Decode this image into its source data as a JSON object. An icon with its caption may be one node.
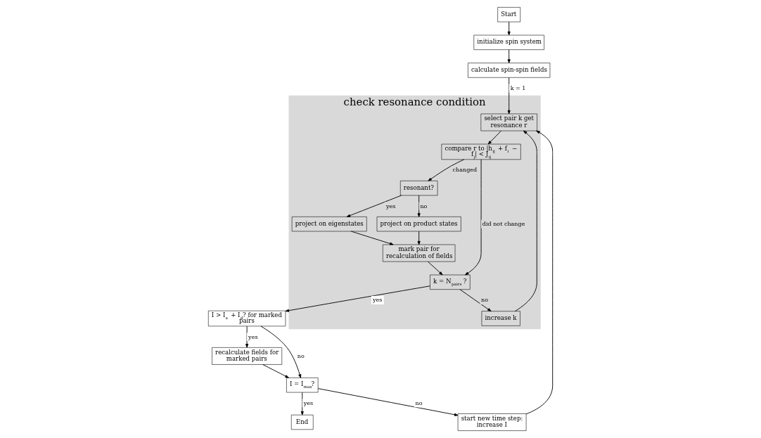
{
  "diagram": {
    "nodes": [
      {
        "text": [
          "initialize spin system"
        ]
      },
      {
        "text": [
          "calculate spin-spin fields"
        ]
      },
      {
        "text": [
          "Start"
        ]
      },
      {
        "text": [
          "check resonance condition"
        ]
      },
      {
        "text": [
          "select pair k get resonance r"
        ],
        "in": 3
      },
      {
        "text": [
          "compare r to |h$_{ij}$ + f$_{i}$ − f$_{j}$| < J$_{ij}$"
        ],
        "in": 3
      },
      {
        "text": [
          "start new time step: increase I"
        ]
      },
      {
        "text": [
          "increase k"
        ],
        "in": 3
      },
      {
        "text": [
          "resonant?"
        ],
        "in": 3
      },
      {
        "text": [
          "End"
        ]
      },
      {
        "text": [
          "I = I$_{max}$?"
        ]
      },
      {
        "text": [
          "project on eigenstates"
        ],
        "in": 3
      },
      {
        "text": [
          "project on product states"
        ],
        "in": 3
      },
      {
        "text": [
          "recalculate fields for marked pairs"
        ]
      },
      {
        "text": [
          "mark pair for recalculation of fields"
        ],
        "in": 3
      },
      {
        "text": [
          "I > I$_{a}$ + I$_{d}$? for marked pairs"
        ]
      },
      {
        "text": [
          "k = N$_{pairs}$ ?"
        ],
        "in": 3
      }
    ],
    "edges": [
      {
        "from": 2,
        "to": 0,
        "arrow": "to"
      },
      {
        "from": 0,
        "to": 1,
        "arrow": "to"
      },
      {
        "from": 1,
        "to": 4,
        "arrow": "to",
        "label": "k = 1"
      },
      {
        "from": 4,
        "to": 5,
        "arrow": "to"
      },
      {
        "from": 5,
        "to": 8,
        "arrow": "to",
        "label": "changed"
      },
      {
        "from": 5,
        "to": 16,
        "arrow": "to",
        "label": "did not change"
      },
      {
        "from": 8,
        "to": 11,
        "arrow": "to",
        "label": "yes"
      },
      {
        "from": 8,
        "to": 12,
        "arrow": "to",
        "label": "no"
      },
      {
        "from": 11,
        "to": 14,
        "arrow": "to"
      },
      {
        "from": 12,
        "to": 14,
        "arrow": "to"
      },
      {
        "from": 14,
        "to": 16,
        "arrow": "to"
      },
      {
        "from": 16,
        "to": 7,
        "arrow": "to",
        "label": "no"
      },
      {
        "from": 7,
        "to": 4,
        "arrow": "to"
      },
      {
        "from": 16,
        "to": 15,
        "arrow": "to",
        "label": "yes"
      },
      {
        "from": 15,
        "to": 13,
        "arrow": "to",
        "label": "yes"
      },
      {
        "from": 15,
        "to": 10,
        "arrow": "to",
        "label": "no"
      },
      {
        "from": 13,
        "to": 10,
        "arrow": "to"
      },
      {
        "from": 10,
        "to": 9,
        "arrow": "to",
        "label": "yes"
      },
      {
        "from": 10,
        "to": 6,
        "arrow": "to",
        "label": "no"
      },
      {
        "from": 6,
        "to": 4,
        "arrow": "to"
      }
    ]
  }
}
